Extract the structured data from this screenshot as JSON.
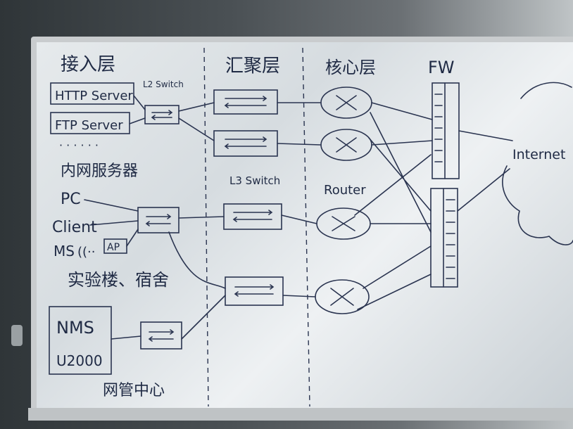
{
  "layers": {
    "access": "接入层",
    "aggregation": "汇聚层",
    "core": "核心层",
    "firewall": "FW"
  },
  "labels": {
    "l2_switch": "L2 Switch",
    "l3_switch": "L3 Switch",
    "router": "Router",
    "internet": "Internet"
  },
  "servers": {
    "http": "HTTP Server",
    "ftp": "FTP Server",
    "dots": "· · · · · ·",
    "intranet": "内网服务器"
  },
  "clients": {
    "pc": "PC",
    "client": "Client",
    "ms": "MS",
    "ms_wave": "((··",
    "ap": "AP",
    "building": "实验楼、宿舍"
  },
  "nms": {
    "name": "NMS",
    "u2000": "U2000",
    "center": "网管中心"
  },
  "colors": {
    "ink": "#1f2a44",
    "board": "#e3e8eb"
  }
}
